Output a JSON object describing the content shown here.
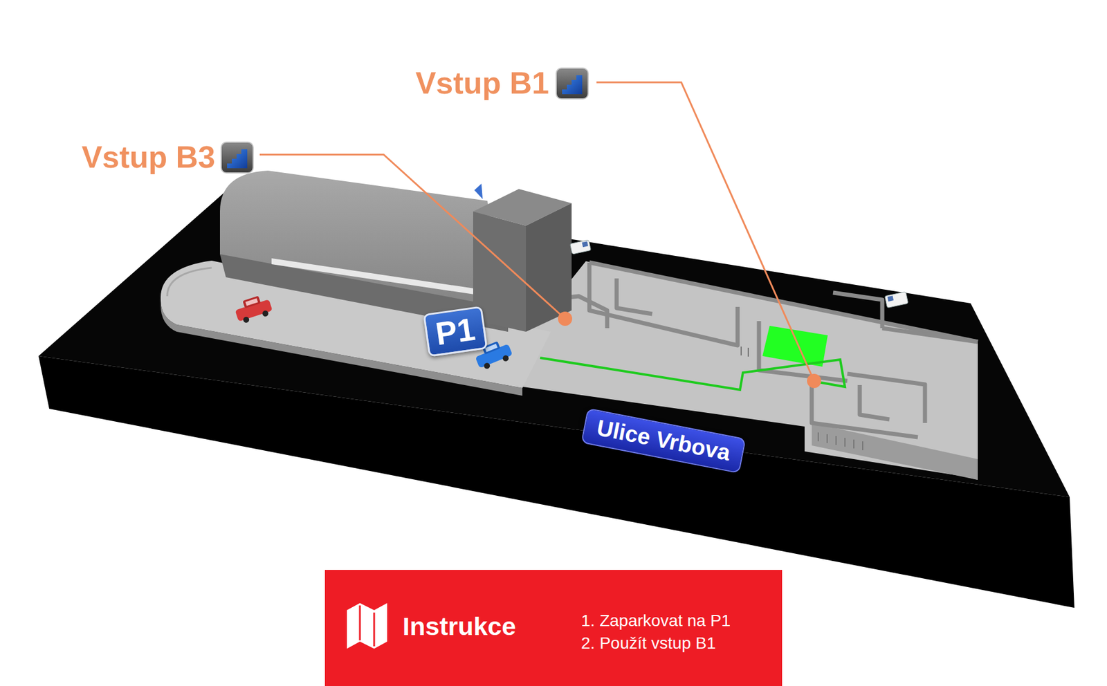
{
  "diagram": {
    "nodes": [
      {
        "text": [
          "P1"
        ]
      },
      {
        "text": [
          "Ulice Vrbova"
        ]
      },
      {
        "text": [
          "Instrukce",
          "1. Zaparkovat na P1",
          "2. Použít vstup B1"
        ]
      }
    ],
    "labels": [
      "Vstup B1",
      "Vstup B3"
    ]
  }
}
